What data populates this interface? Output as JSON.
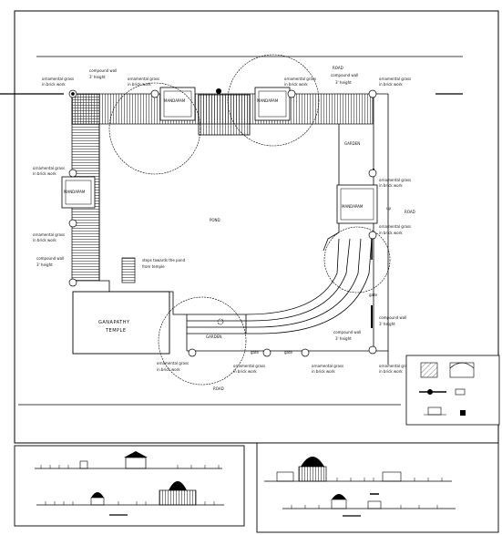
{
  "plan": {
    "labels": {
      "road_top": "ROAD",
      "road_right": "ROAD",
      "road_bottom": "ROAD",
      "mandapam_top_left": "MANDAPAM",
      "mandapam_top_right": "MANDAPAM",
      "mandapam_left": "MANDAPAM",
      "mandapam_right": "MANDAPAM",
      "garden_right": "GARDEN",
      "garden_bottom": "GARDEN",
      "pond": "POND",
      "temple_line1": "GANAPATHY",
      "temple_line2": "TEMPLE",
      "steps": "steps towards the pond",
      "steps2": "from temple",
      "gate": "gate",
      "ornamental_1": "ornamental grass",
      "ornamental_2": "in brick work",
      "compound_1": "compound wall",
      "compound_2": "3' height",
      "up_marker": "up"
    }
  }
}
